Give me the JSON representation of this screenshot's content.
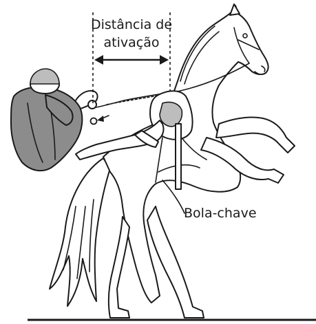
{
  "labels": {
    "distance_line1": "Distância de",
    "distance_line2": "ativação",
    "key_ball": "Bola-chave"
  },
  "colors": {
    "ink": "#1a1a1a",
    "grey": "#8c8c8c",
    "light_grey": "#bdbdbd",
    "background": "#ffffff"
  },
  "icons": {
    "distance_arrow": "double-headed-arrow",
    "key_ball": "small-circle"
  }
}
